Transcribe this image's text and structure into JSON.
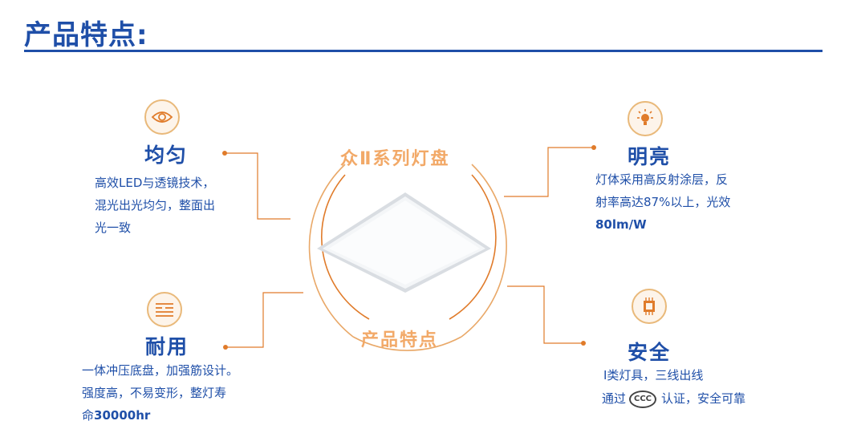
{
  "header": {
    "title": "产品特点:"
  },
  "center": {
    "top_label": "众Ⅱ系列灯盘",
    "bottom_label": "产品特点"
  },
  "features": {
    "uniform": {
      "icon": "eye-icon",
      "title": "均匀",
      "lines": [
        "高效LED与透镜技术，",
        "混光出光均匀，整面出",
        "光一致"
      ]
    },
    "bright": {
      "icon": "lightbulb-icon",
      "title": "明亮",
      "lines": [
        "灯体采用高反射涂层，反",
        "射率高达87%以上，光效"
      ],
      "bold_line": "80lm/W"
    },
    "durable": {
      "icon": "layers-icon",
      "title": "耐用",
      "lines": [
        "一体冲压底盘，加强筋设计。",
        "强度高，不易变形，整灯寿"
      ],
      "last_prefix": "命",
      "last_bold": "30000hr"
    },
    "safe": {
      "icon": "chip-icon",
      "title": "安全",
      "line1": "Ⅰ类灯具，三线出线",
      "line2_prefix": "通过",
      "ccc_mark": "CCC",
      "line2_suffix": "认证，安全可靠"
    }
  },
  "colors": {
    "primary_blue": "#1f4fa8",
    "accent_orange": "#e07b2a",
    "label_orange": "#f2a968"
  }
}
